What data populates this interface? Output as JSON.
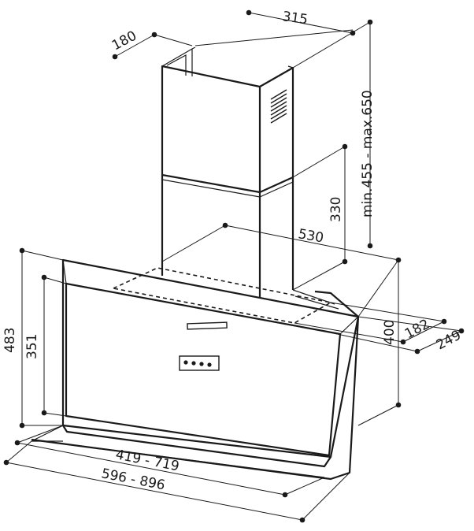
{
  "dimensions": {
    "chimney_width": "315",
    "chimney_depth": "180",
    "chimney_height": "min.455 - max.650",
    "lower_chimney_height": "330",
    "diagonal_depth": "530",
    "glass_height": "483",
    "panel_height": "351",
    "body_height": "400",
    "depth_top": "182",
    "depth_bottom": "249",
    "inner_width": "419 - 719",
    "outer_width": "596 - 896"
  },
  "icons": {
    "vent": "vent-grille-icon",
    "control_panel": "control-buttons-icon"
  }
}
